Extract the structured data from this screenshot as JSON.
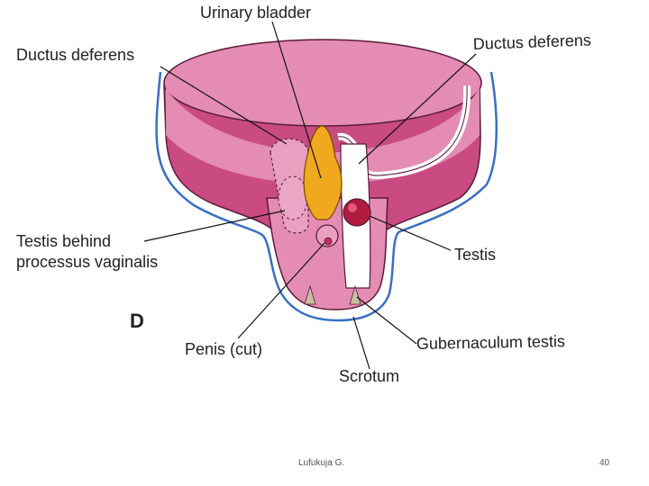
{
  "labels": {
    "urinary_bladder": "Urinary bladder",
    "ductus_deferens_left": "Ductus deferens",
    "ductus_deferens_right": "Ductus deferens",
    "testis_behind_line1": "Testis behind",
    "testis_behind_line2": "processus vaginalis",
    "testis": "Testis",
    "panel_letter": "D",
    "penis": "Penis (cut)",
    "gubernaculum": "Gubernaculum testis",
    "scrotum": "Scrotum"
  },
  "footer": {
    "author": "Lufukuja G.",
    "page_number": "40"
  },
  "colors": {
    "tissue_light": "#e48cb3",
    "tissue_dark": "#c94b82",
    "bladder": "#f0a81e",
    "testis": "#b01c3e",
    "outline_blue": "#3a6fc4"
  }
}
